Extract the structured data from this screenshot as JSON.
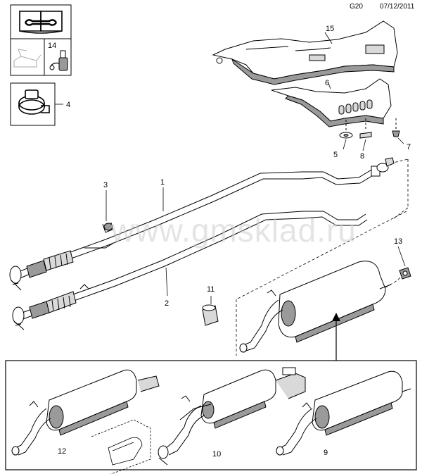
{
  "header": {
    "code": "G20",
    "date": "07/12/2011"
  },
  "watermark": "www.gmsklad.ru",
  "colors": {
    "line": "#000000",
    "shade": "#9a9a9a",
    "light": "#d9d9d9",
    "watermark": "#cfcfcf"
  },
  "legend": {
    "book_icon": "service-manual-book-icon",
    "tools_icon": "wrench-tools-icon",
    "oil_icon": "oil-can-icon",
    "spray_icon": "spray-bottle-icon",
    "clamp_icon": "clamp-icon"
  },
  "callouts": {
    "c1": "1",
    "c2": "2",
    "c3": "3",
    "c4": "4",
    "c5": "5",
    "c6": "6",
    "c7": "7",
    "c8": "8",
    "c9": "9",
    "c10": "10",
    "c11": "11",
    "c12": "12",
    "c13": "13",
    "c14": "14",
    "c15": "15"
  }
}
